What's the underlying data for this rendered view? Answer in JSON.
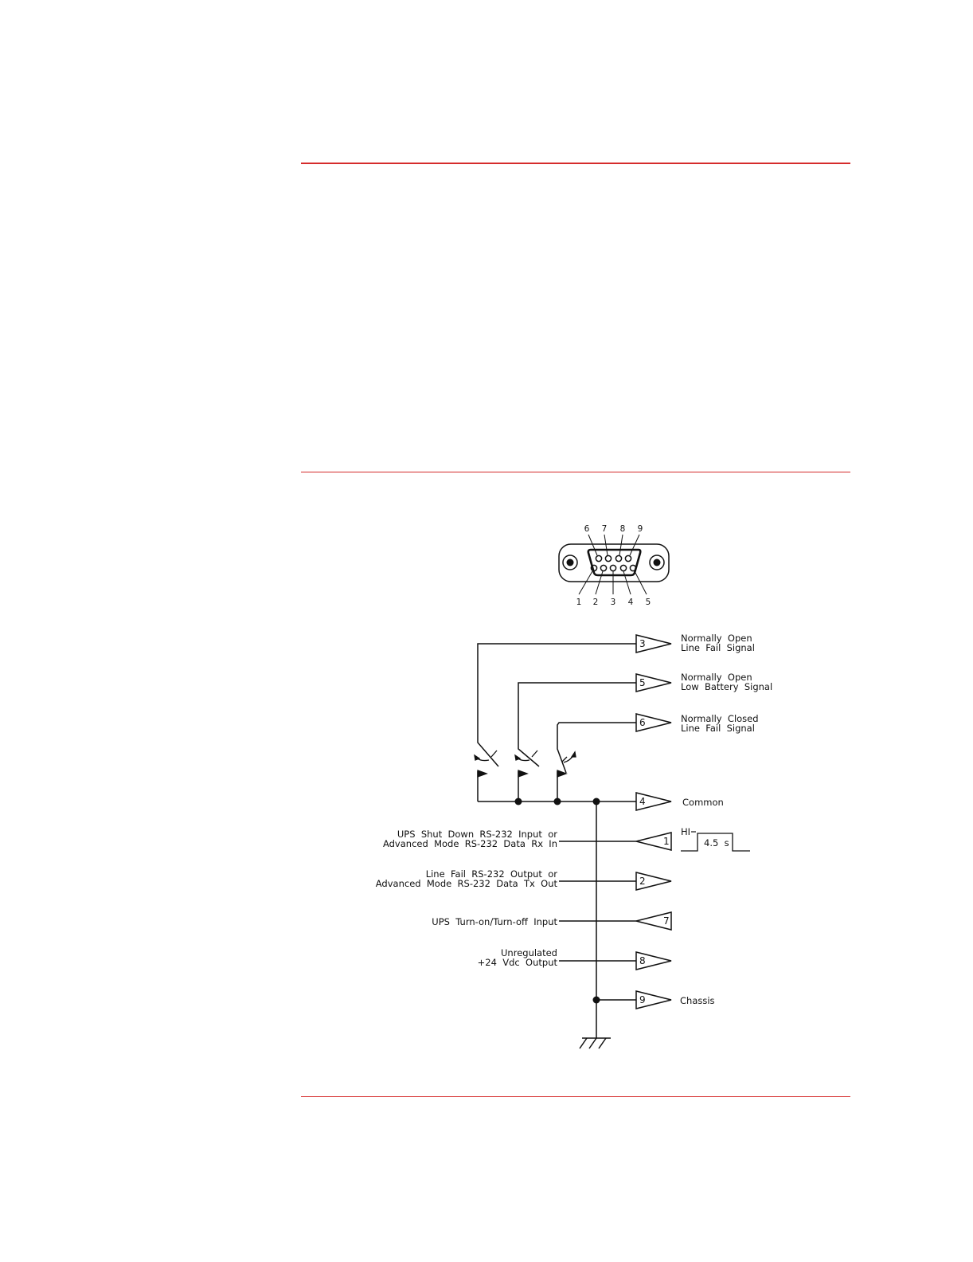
{
  "colors": {
    "rule": "#d52b2b",
    "ink": "#111111"
  },
  "connector": {
    "top_pins": [
      "6",
      "7",
      "8",
      "9"
    ],
    "bottom_pins": [
      "1",
      "2",
      "3",
      "4",
      "5"
    ]
  },
  "outputs": [
    {
      "pin": "3",
      "line1": "Normally  Open",
      "line2": "Line  Fail  Signal"
    },
    {
      "pin": "5",
      "line1": "Normally  Open",
      "line2": "Low  Battery  Signal"
    },
    {
      "pin": "6",
      "line1": "Normally  Closed",
      "line2": "Line  Fail  Signal"
    },
    {
      "pin": "4",
      "line1": "Common",
      "line2": ""
    },
    {
      "pin": "2",
      "line1": "",
      "line2": ""
    },
    {
      "pin": "8",
      "line1": "",
      "line2": ""
    },
    {
      "pin": "9",
      "line1": "Chassis",
      "line2": ""
    }
  ],
  "inputs": [
    {
      "pin": "1"
    },
    {
      "pin": "7"
    }
  ],
  "left_labels": [
    {
      "line1": "UPS  Shut  Down  RS-232  Input  or",
      "line2": "Advanced  Mode  RS-232  Data  Rx  In"
    },
    {
      "line1": "Line  Fail  RS-232  Output  or",
      "line2": "Advanced  Mode  RS-232  Data  Tx  Out"
    },
    {
      "line1": "UPS  Turn-on/Turn-off  Input",
      "line2": ""
    },
    {
      "line1": "Unregulated",
      "line2": "+24  Vdc  Output"
    }
  ],
  "pulse": {
    "hi_label": "HI",
    "duration": "4.5  s"
  }
}
